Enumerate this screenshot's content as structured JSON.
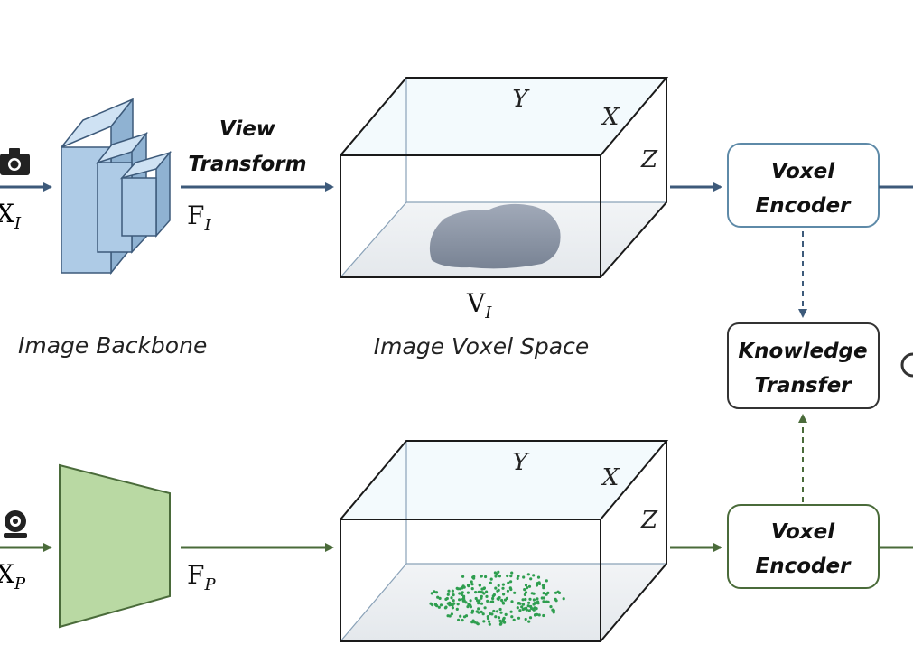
{
  "top": {
    "input_var": "X",
    "input_sub": "I",
    "feature_var": "F",
    "feature_sub": "I",
    "voxel_var": "V",
    "voxel_sub": "I",
    "backbone_label": "Image Backbone",
    "view_transform_line1": "View",
    "view_transform_line2": "Transform",
    "voxel_space_label": "Image Voxel Space",
    "axis_y": "Y",
    "axis_x": "X",
    "axis_z": "Z",
    "encoder_line1": "Voxel",
    "encoder_line2": "Encoder"
  },
  "middle": {
    "knowledge_line1": "Knowledge",
    "knowledge_line2": "Transfer"
  },
  "bottom": {
    "input_var": "X",
    "input_sub": "P",
    "feature_var": "F",
    "feature_sub": "P",
    "axis_y": "Y",
    "axis_x": "X",
    "axis_z": "Z",
    "encoder_line1": "Voxel",
    "encoder_line2": "Encoder"
  },
  "colors": {
    "image_branch": "#3d5a7a",
    "point_branch": "#4a6b3a",
    "backbone_fill": "#aecbe6",
    "backbone_stroke": "#3d5a7a",
    "point_backbone_fill": "#b9d9a3",
    "point_cloud": "#2e9e4f",
    "box_stroke": "#5e8aa8"
  },
  "icons": [
    "camera-icon",
    "lidar-icon"
  ]
}
